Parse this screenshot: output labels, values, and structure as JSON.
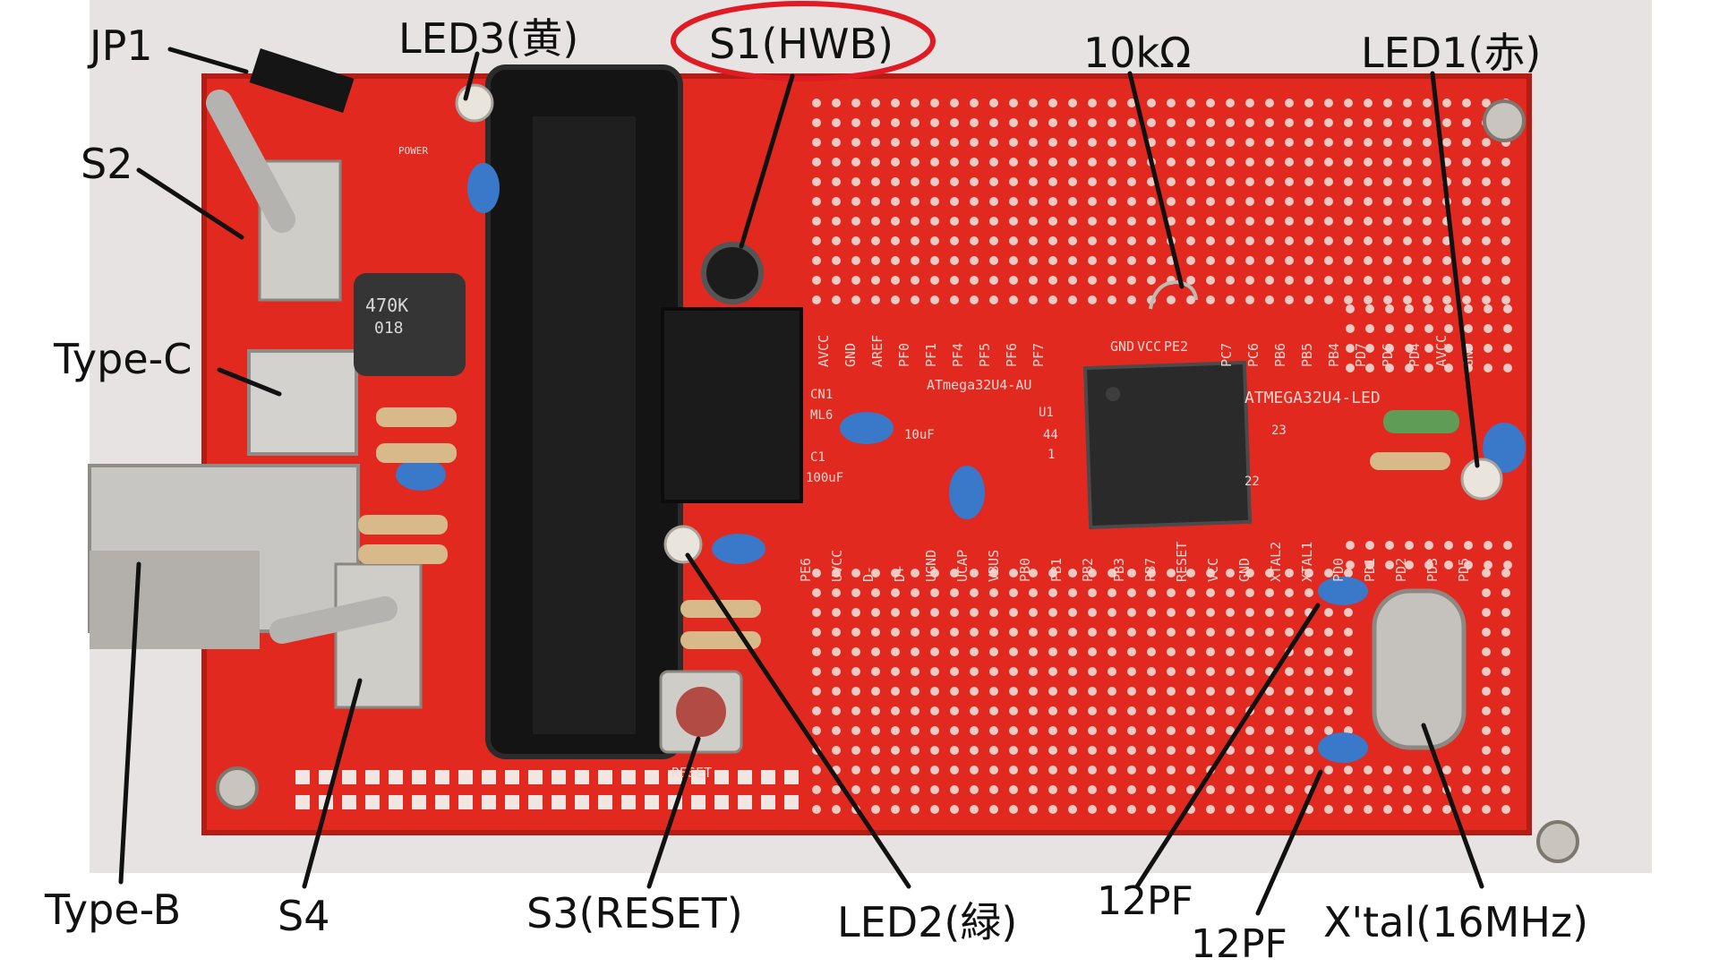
{
  "callouts": {
    "jp1": "JP1",
    "s2": "S2",
    "type_c": "Type-C",
    "type_b": "Type-B",
    "s4": "S4",
    "led3": "LED3(黄)",
    "s1": "S1(HWB)",
    "r10k": "10kΩ",
    "led1": "LED1(赤)",
    "s3": "S3(RESET)",
    "led2": "LED2(緑)",
    "c12pf_a": "12PF",
    "c12pf_b": "12PF",
    "xtal": "X'tal(16MHz)"
  },
  "board": {
    "chip_label": "ATmega32U4-AU",
    "board_label": "ATMEGA32U4-LED",
    "u1": "U1",
    "cn1": "CN1",
    "ml6": "ML6",
    "c1": "C1",
    "cap_100uf": "100uF",
    "cap_10uf": "10uF",
    "inductor": "470K",
    "inductor_sub": "018",
    "reset_text": "RESET",
    "power_text": "POWER",
    "pin_23": "23",
    "pin_44": "44",
    "pin_1": "1",
    "pin_22": "22",
    "top_pins": [
      "AVCC",
      "GND",
      "AREF",
      "PF0",
      "PF1",
      "PF4",
      "PF5",
      "PF6",
      "PF7"
    ],
    "mid_pins": [
      "GND",
      "VCC",
      "PE2"
    ],
    "right_pins": [
      "PC7",
      "PC6",
      "PB6",
      "PB5",
      "PB4",
      "PD7",
      "PD6",
      "PD4",
      "AVCC",
      "GND"
    ],
    "bottom_pins": [
      "PE6",
      "UVCC",
      "D-",
      "D+",
      "UGND",
      "UCAP",
      "VBUS",
      "PB0",
      "PB1",
      "PB2",
      "PB3",
      "PB7",
      "RESET",
      "VCC",
      "GND",
      "XTAL2",
      "XTAL1",
      "PD0",
      "PD1",
      "PD2",
      "PD3",
      "PD5"
    ]
  },
  "colors": {
    "pcb": "#e0291f",
    "pcb_dark": "#b81d15",
    "circle_highlight": "#e01b24",
    "capacitor": "#3a78c9",
    "holder": "#141414"
  }
}
